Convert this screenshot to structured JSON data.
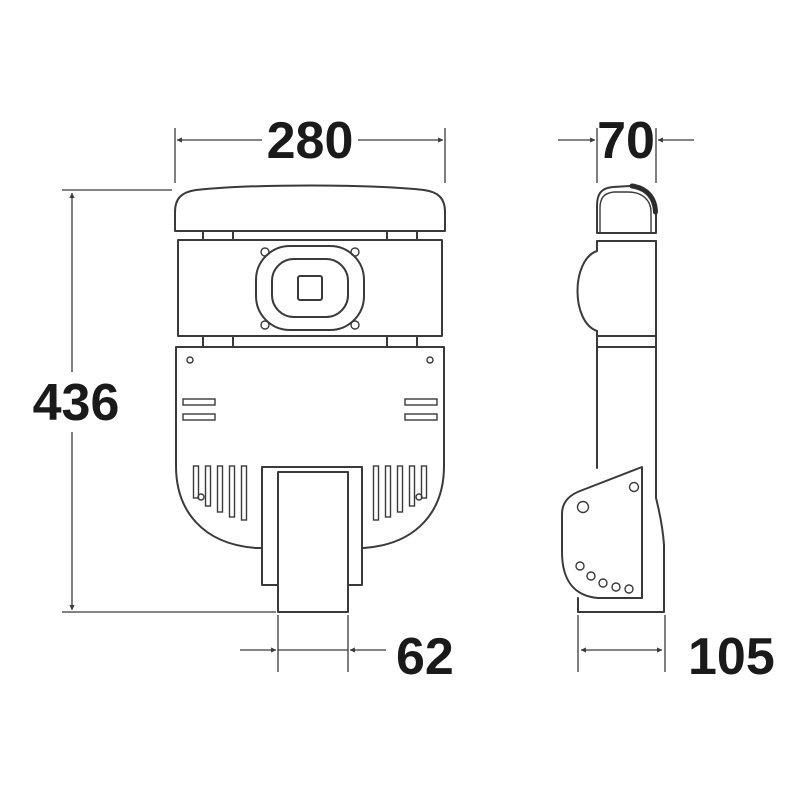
{
  "colors": {
    "background": "#ffffff",
    "line": "#3a3a3a",
    "text": "#1a1a1a"
  },
  "drawing": {
    "type": "technical-dimension-drawing",
    "subject": "street light fixture, front and side orthographic views",
    "dimensions": {
      "front_width": "280",
      "side_width": "70",
      "overall_height": "436",
      "pole_width": "62",
      "base_depth": "105"
    }
  }
}
